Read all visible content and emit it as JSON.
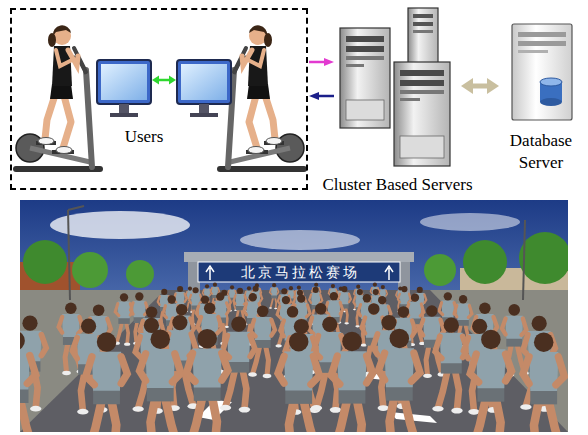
{
  "diagram": {
    "nodes": [
      {
        "text": [
          "Users"
        ]
      },
      {
        "text": [
          "Cluster Based Servers"
        ]
      },
      {
        "text": [
          "Database Server"
        ]
      }
    ],
    "edges": [
      {
        "from": 0,
        "to": 1,
        "arrow": "to"
      },
      {
        "from": 1,
        "to": 0,
        "arrow": "to"
      },
      {
        "from": 1,
        "to": 2,
        "arrow": "both"
      }
    ],
    "labels": [
      "北京马拉松赛场"
    ]
  }
}
